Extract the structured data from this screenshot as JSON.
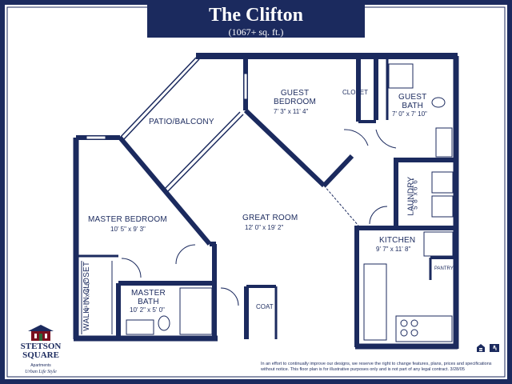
{
  "header": {
    "title": "The Clifton",
    "subtitle": "(1067+ sq. ft.)"
  },
  "rooms": {
    "patio": {
      "name": "PATIO/BALCONY"
    },
    "guest_bedroom": {
      "name": "GUEST\nBEDROOM",
      "dim": "7' 3\" x 11' 4\""
    },
    "closet": {
      "name": "CLOSET"
    },
    "guest_bath": {
      "name": "GUEST\nBATH",
      "dim": "7' 0\" x 7' 10\""
    },
    "laundry": {
      "name": "LAUNDRY",
      "dim": "5' 8\" x 6' 6\""
    },
    "master_bedroom": {
      "name": "MASTER BEDROOM",
      "dim": "10' 5\" x 9' 3\""
    },
    "great_room": {
      "name": "GREAT ROOM",
      "dim": "12' 0\" x 19' 2\""
    },
    "kitchen": {
      "name": "KITCHEN",
      "dim": "9' 7\" x 11' 8\""
    },
    "pantry": {
      "name": "PANTRY"
    },
    "walk_in_closet": {
      "name": "WALK-IN CLOSET",
      "dim": "4' 0\" x 6' 6\""
    },
    "master_bath": {
      "name": "MASTER\nBATH",
      "dim": "10' 2\" x 5' 0\""
    },
    "coat": {
      "name": "COAT"
    }
  },
  "logo": {
    "name": "STETSON\nSQUARE",
    "tagline": "Urban  Life Style",
    "subtext": "Apartments"
  },
  "disclaimer": "In an effort to continually improve our designs, we reserve the right to change features, plans, prices and specifications without notice. This floor plan is for illustrative purposes only and is not part of any legal contract. 3/28/05",
  "colors": {
    "brand": "#1b2a5e",
    "background": "#ffffff"
  },
  "icons": [
    "equal-housing-icon",
    "accessibility-icon"
  ]
}
